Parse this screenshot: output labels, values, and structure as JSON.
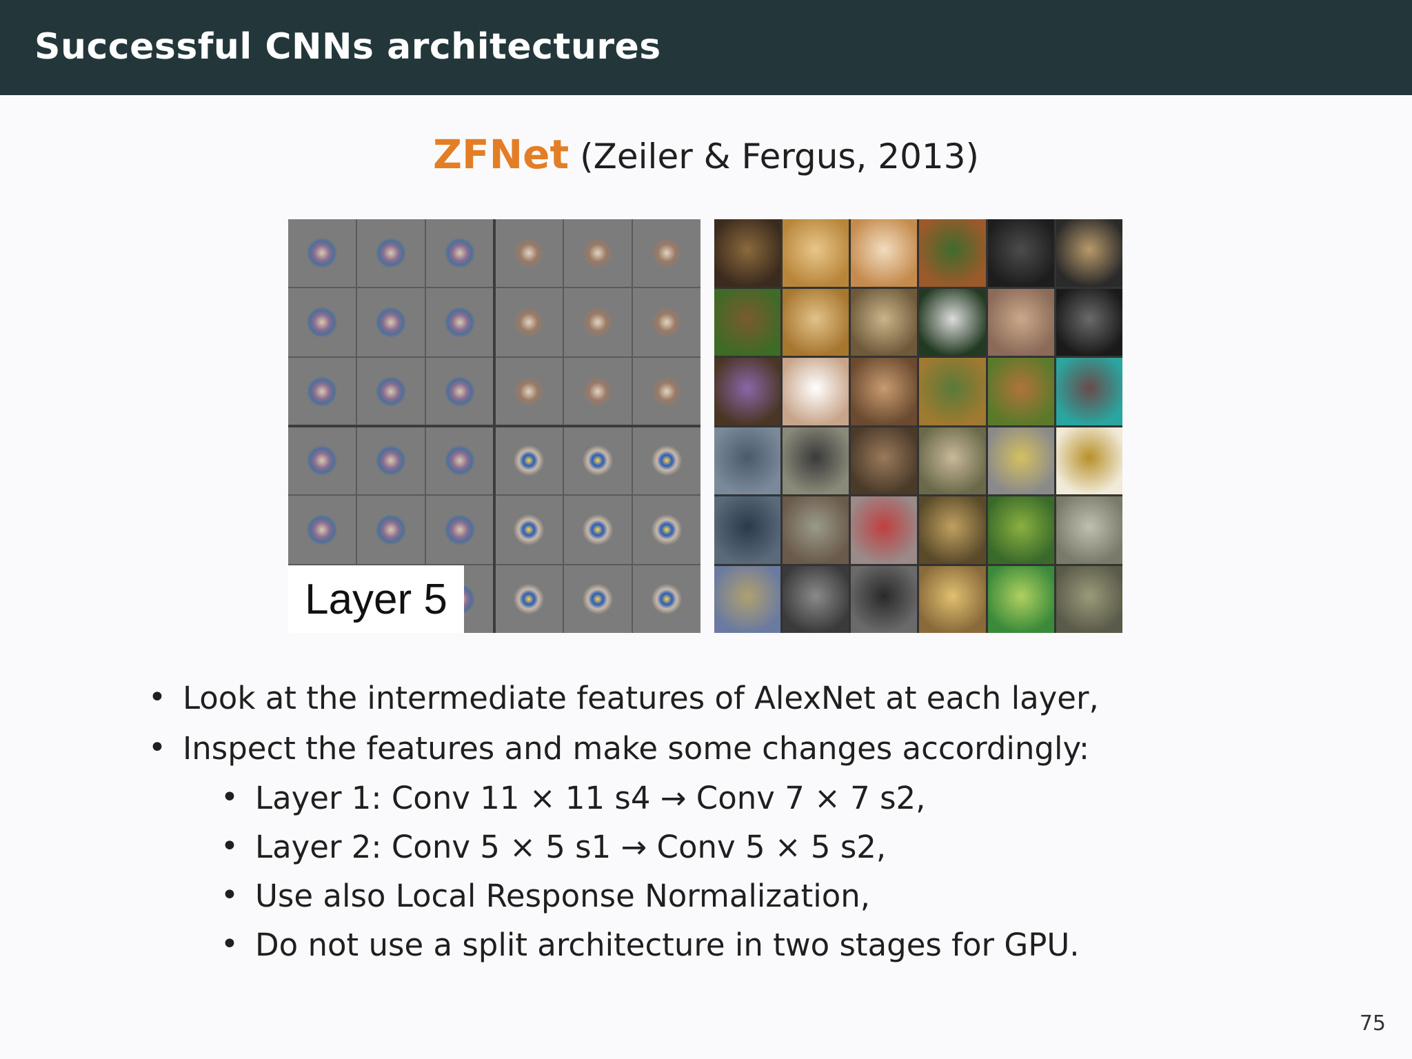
{
  "header": {
    "title": "Successful CNNs architectures"
  },
  "subtitle": {
    "name": "ZFNet",
    "citation": "(Zeiler & Fergus, 2013)"
  },
  "figure": {
    "layer_label": "Layer 5"
  },
  "bullets": [
    {
      "level": 1,
      "text": "Look at the intermediate features of AlexNet at each layer,"
    },
    {
      "level": 1,
      "text": "Inspect the features and make some changes accordingly:"
    },
    {
      "level": 2,
      "text": "Layer 1: Conv 11 × 11 s4 → Conv 7 × 7 s2,"
    },
    {
      "level": 2,
      "text": "Layer 2: Conv 5 × 5 s1 → Conv 5 × 5 s2,"
    },
    {
      "level": 2,
      "text": "Use also Local Response Normalization,"
    },
    {
      "level": 2,
      "text": "Do not use a split architecture in two stages for GPU."
    }
  ],
  "page_number": "75",
  "colors": {
    "header_bg": "#23373b",
    "accent": "#e37e26"
  }
}
